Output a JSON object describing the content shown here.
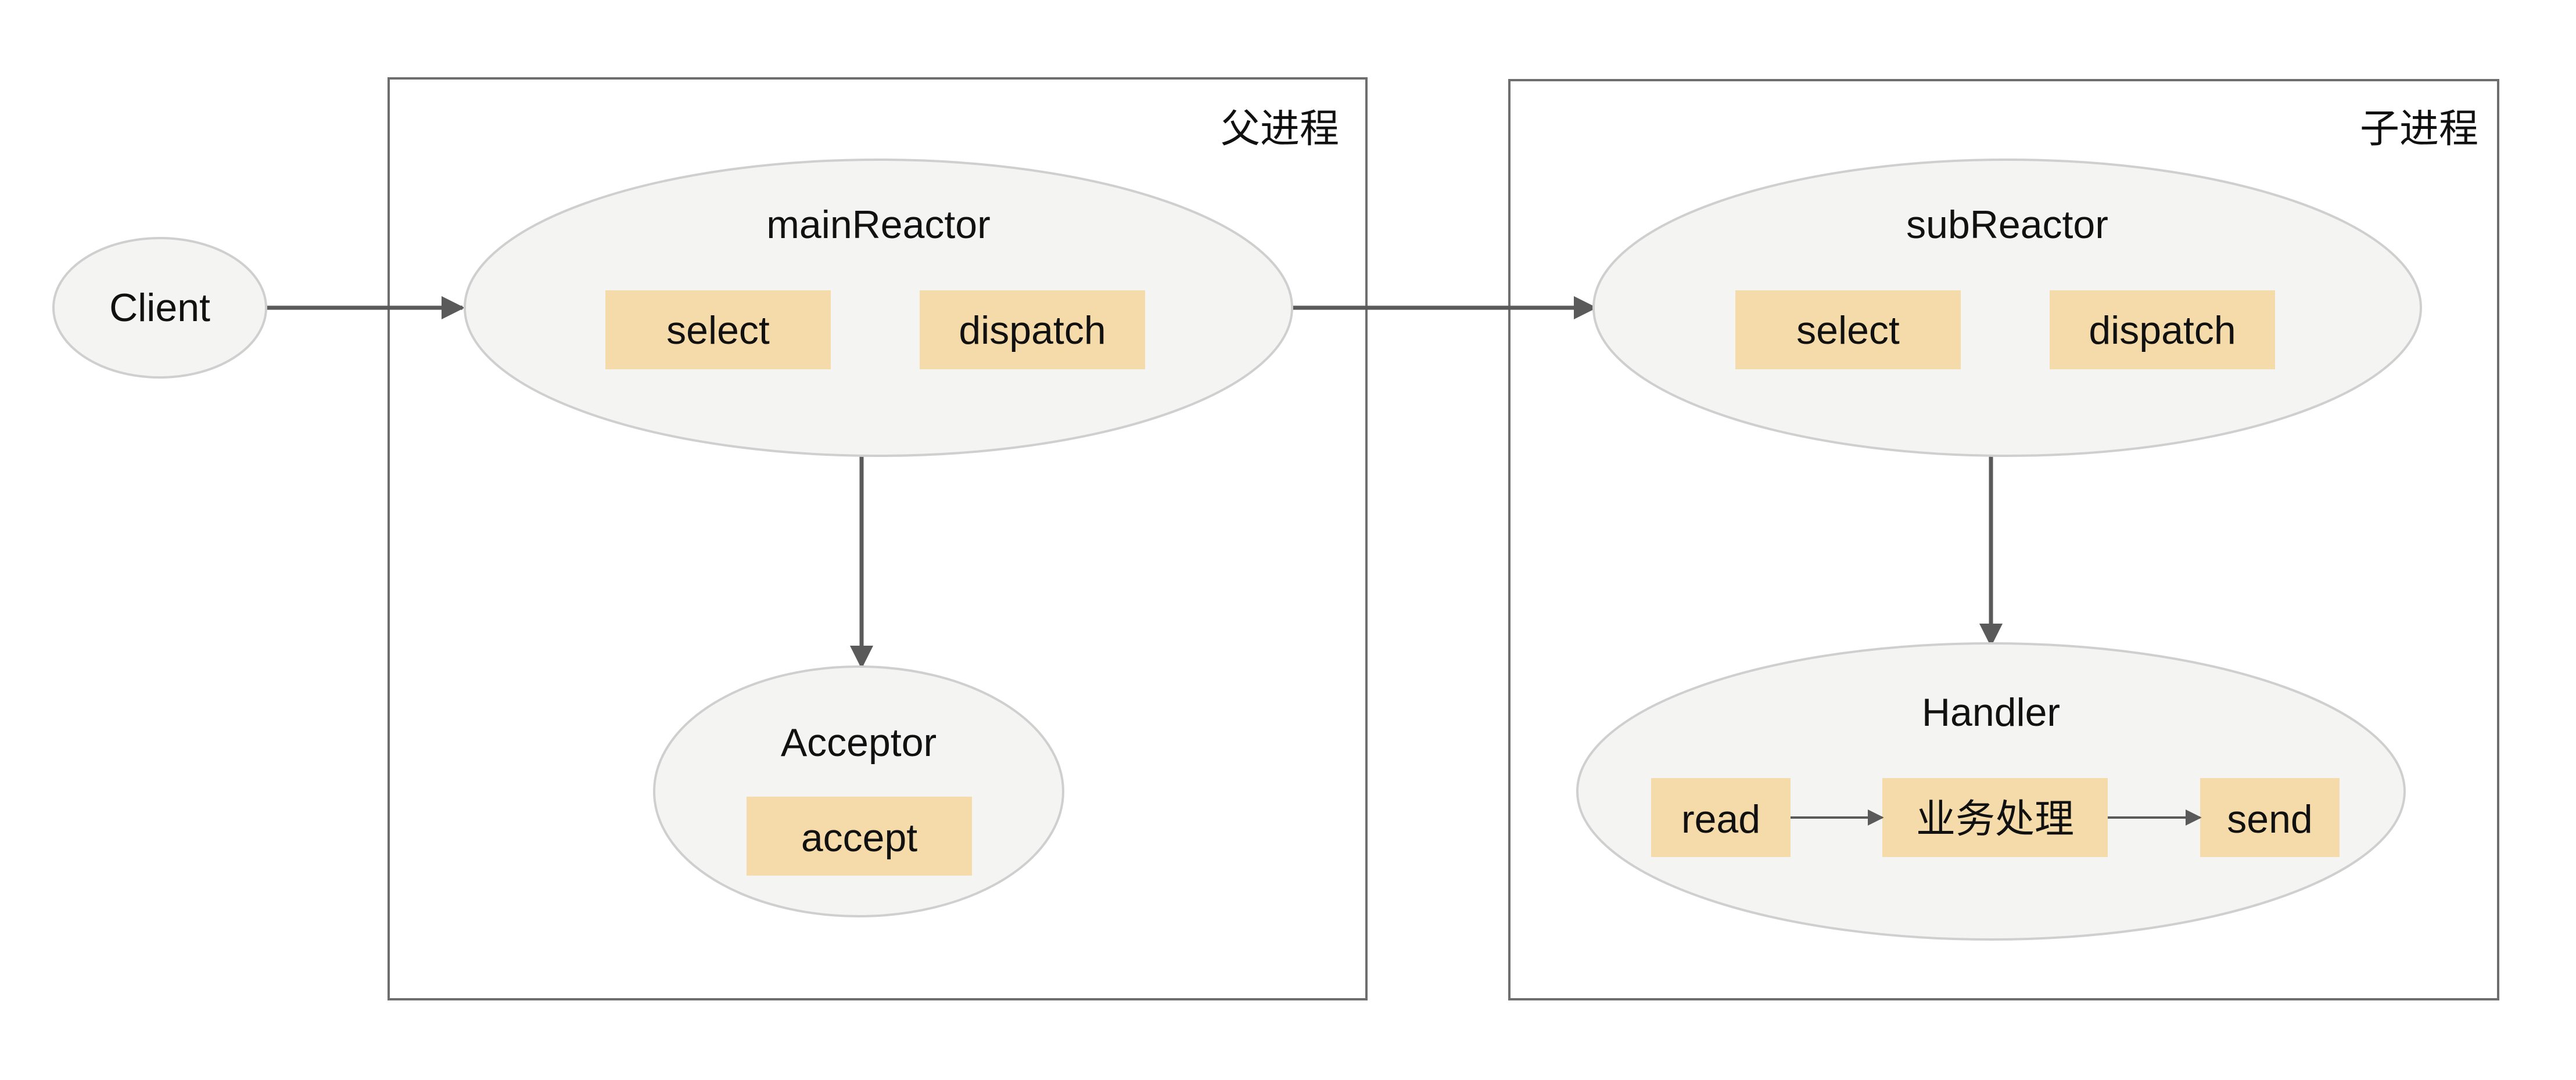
{
  "diagram": {
    "containers": {
      "parent": {
        "label": "父进程"
      },
      "child": {
        "label": "子进程"
      }
    },
    "nodes": {
      "client": {
        "label": "Client"
      },
      "main_reactor": {
        "label": "mainReactor",
        "ops": [
          "select",
          "dispatch"
        ]
      },
      "acceptor": {
        "label": "Acceptor",
        "ops": [
          "accept"
        ]
      },
      "sub_reactor": {
        "label": "subReactor",
        "ops": [
          "select",
          "dispatch"
        ]
      },
      "handler": {
        "label": "Handler",
        "ops": [
          "read",
          "业务处理",
          "send"
        ]
      }
    },
    "edges": [
      {
        "from": "client",
        "to": "main_reactor"
      },
      {
        "from": "main_reactor",
        "to": "sub_reactor"
      },
      {
        "from": "main_reactor",
        "to": "acceptor"
      },
      {
        "from": "sub_reactor",
        "to": "handler"
      },
      {
        "from": "read",
        "to": "业务处理"
      },
      {
        "from": "业务处理",
        "to": "send"
      }
    ],
    "colors": {
      "node_fill": "#f4f4f2",
      "node_stroke": "#cfcfcf",
      "op_fill": "#f5dba9",
      "line": "#5a5a5a",
      "box_stroke": "#6e6e6e"
    }
  }
}
